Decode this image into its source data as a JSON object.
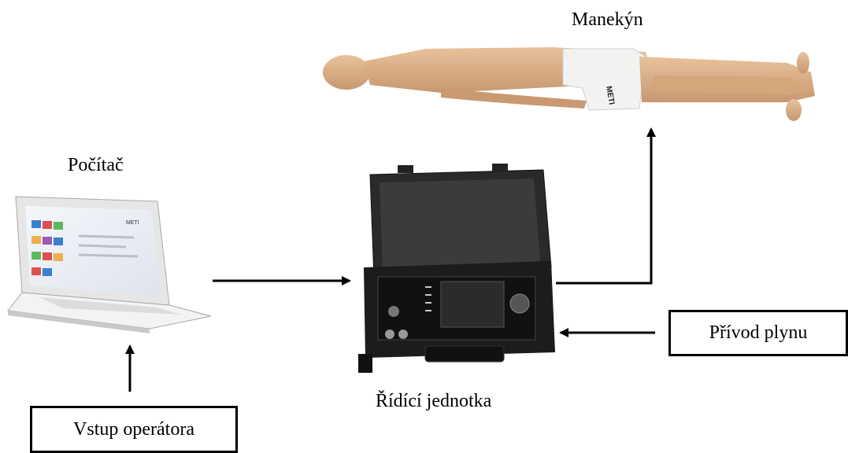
{
  "labels": {
    "mannequin": "Manekýn",
    "computer": "Počítač",
    "control_unit": "Řídící jednotka"
  },
  "boxes": {
    "gas_supply": "Přívod plynu",
    "operator_input": "Vstup operátora"
  },
  "mannequin_brand": "METI",
  "laptop_brand": "METI"
}
